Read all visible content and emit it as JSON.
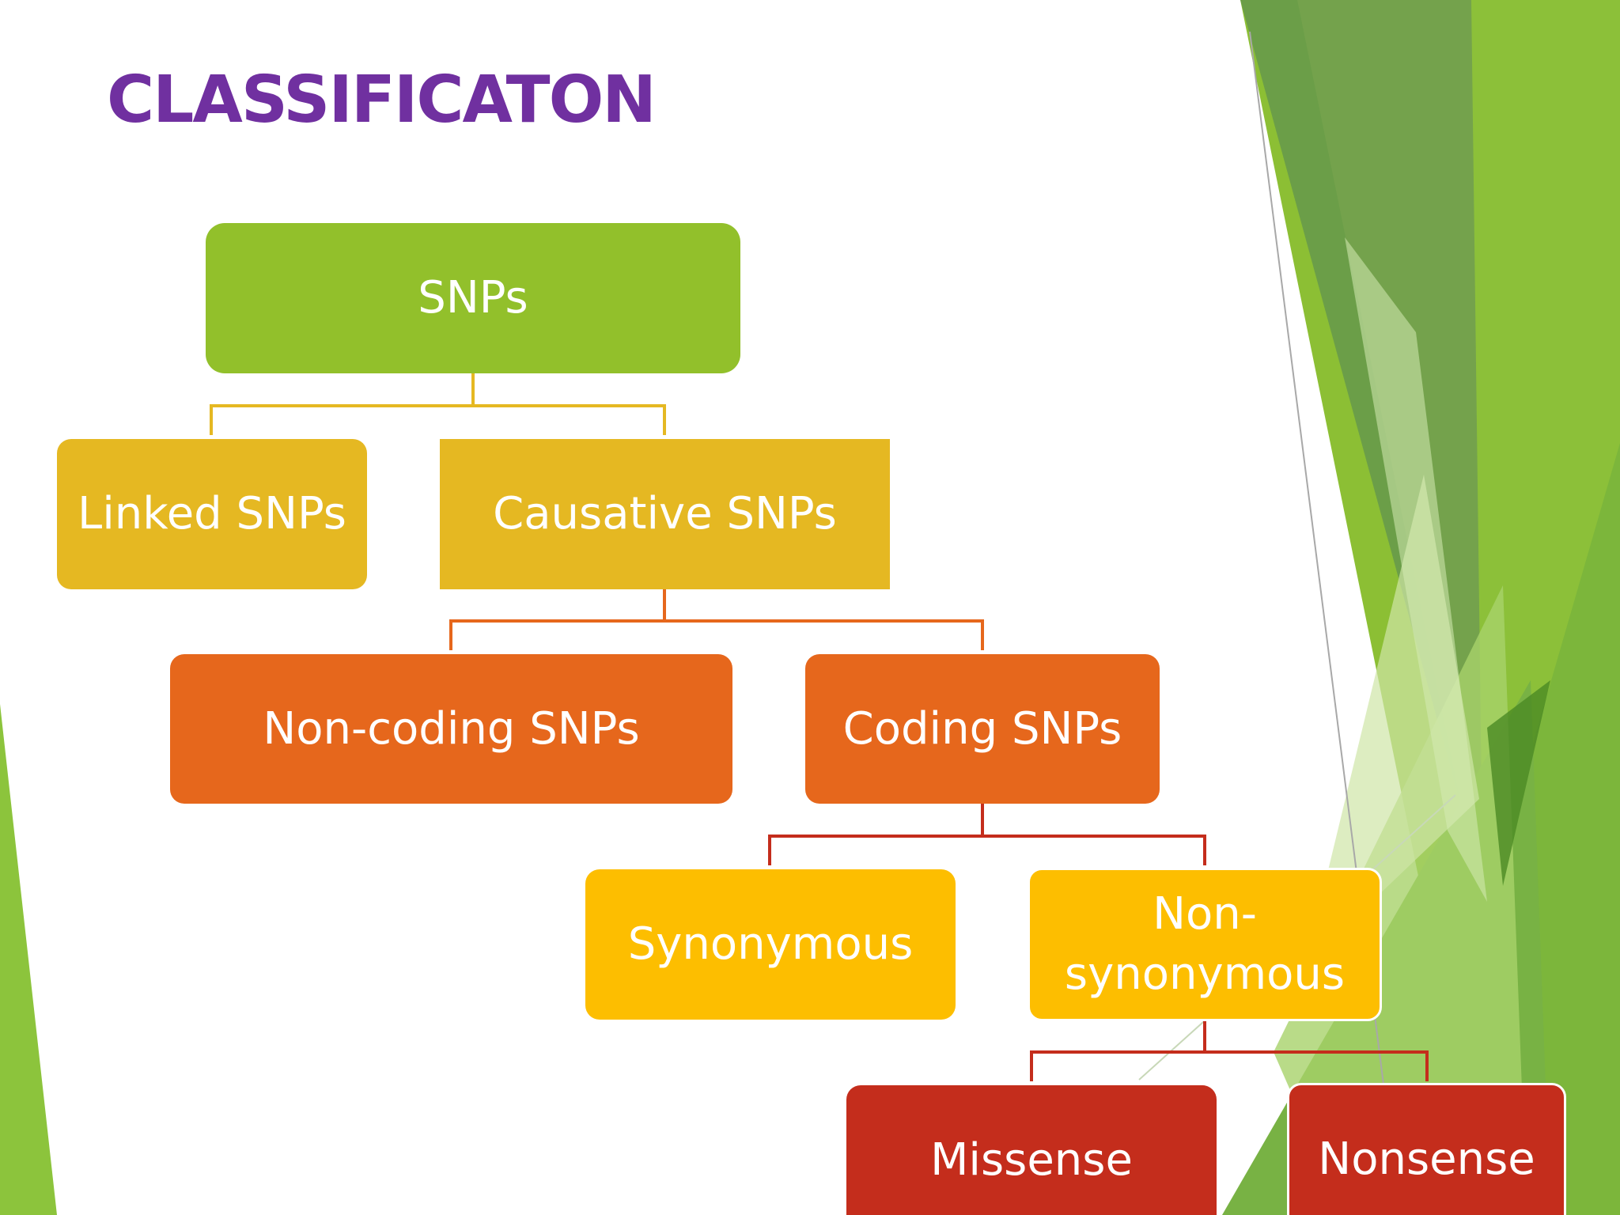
{
  "title": "CLASSIFICATON",
  "nodes": {
    "snps": "SNPs",
    "linked": "Linked SNPs",
    "causative": "Causative SNPs",
    "noncoding": "Non-coding SNPs",
    "coding": "Coding SNPs",
    "synonymous": "Synonymous",
    "nonsynonymous": "Non-synonymous",
    "missense": "Missense",
    "nonsense": "Nonsense"
  },
  "colors": {
    "title": "#7030a0",
    "level1": "#92c02b",
    "level2": "#e5b822",
    "level3": "#e6671c",
    "level4": "#fdbe00",
    "level5": "#c42d1c"
  }
}
